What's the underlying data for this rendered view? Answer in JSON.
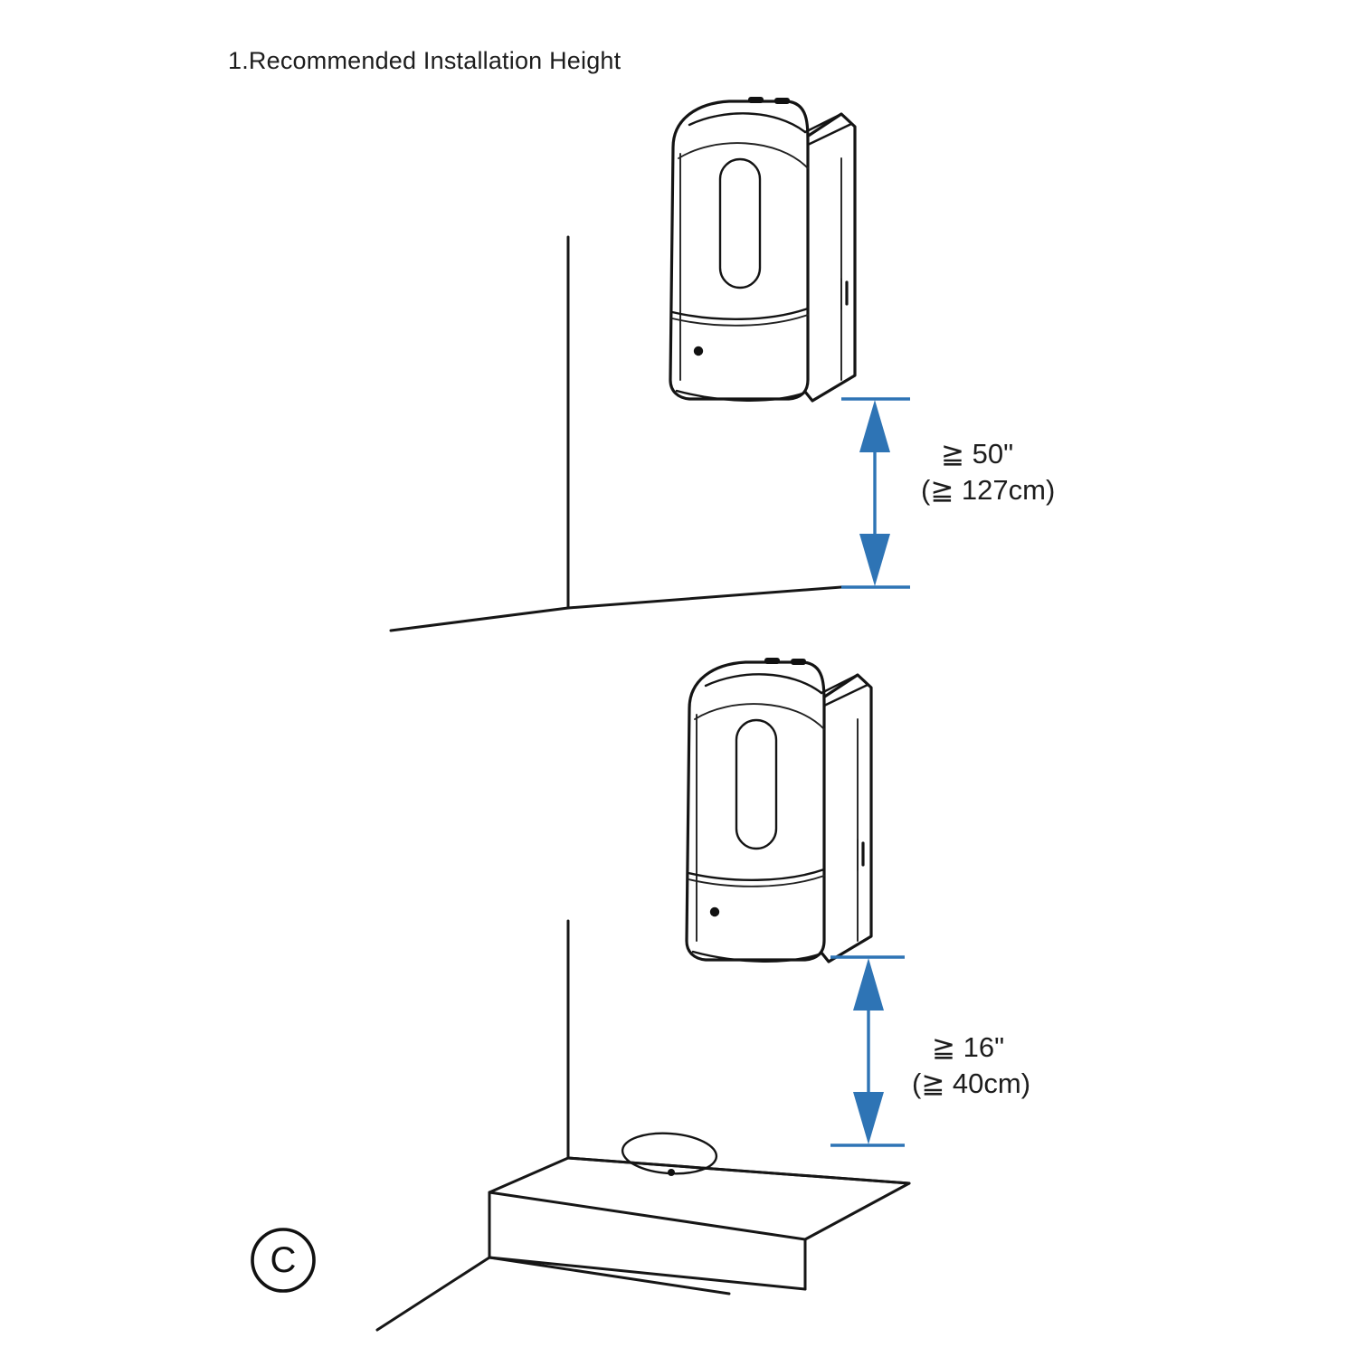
{
  "figure": {
    "title": "1.Recommended Installation Height",
    "page_marker": "C",
    "accent_color": "#2e74b5",
    "ink_color": "#141414",
    "background_color": "#ffffff"
  },
  "scenes": [
    {
      "id": "upper",
      "name": "wall-mount-above-floor",
      "setting_icon": "room-corner-icon",
      "device_icon": "soap-dispenser-icon",
      "dimension": {
        "name": "floor-clearance",
        "arrow_icon": "double-arrow-vertical-icon",
        "line_1": "≧ 50\"",
        "line_2": "(≧ 127cm)",
        "value_inch": 50,
        "value_cm": 127,
        "comparator": "≧",
        "measured_from": "floor",
        "measured_to": "dispenser-bottom"
      }
    },
    {
      "id": "lower",
      "name": "wall-mount-above-counter",
      "setting_icon": "counter-with-sink-icon",
      "device_icon": "soap-dispenser-icon",
      "dimension": {
        "name": "counter-clearance",
        "arrow_icon": "double-arrow-vertical-icon",
        "line_1": "≧ 16\"",
        "line_2": "(≧ 40cm)",
        "value_inch": 16,
        "value_cm": 40,
        "comparator": "≧",
        "measured_from": "counter-top",
        "measured_to": "dispenser-bottom"
      }
    }
  ],
  "device": {
    "name": "automatic-soap-dispenser",
    "features": [
      "top-vent-slots",
      "front-window",
      "lower-cover-seam",
      "sensor-dot",
      "side-latch"
    ]
  }
}
